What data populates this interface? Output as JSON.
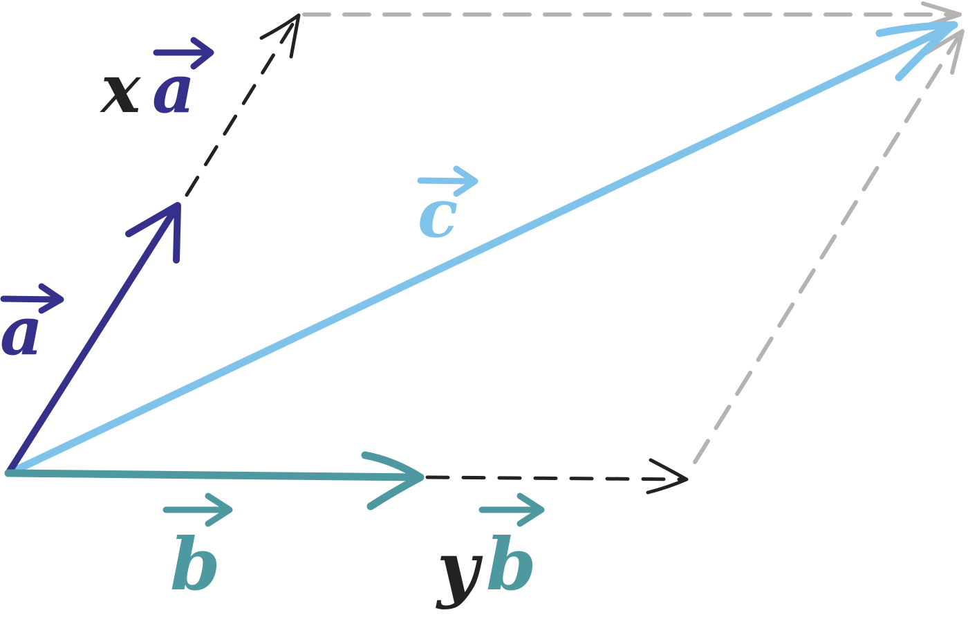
{
  "labels": {
    "a": "a",
    "x": "x",
    "xa_a": "a",
    "b": "b",
    "y": "y",
    "yb_b": "b",
    "c": "c"
  },
  "colors": {
    "vector_a": "#35308a",
    "vector_b": "#4e99a0",
    "vector_c": "#7fc3ea",
    "scaled_dashed": "#222222",
    "parallelogram_dashed": "#b3b3b3",
    "label_dark": "#222222"
  }
}
